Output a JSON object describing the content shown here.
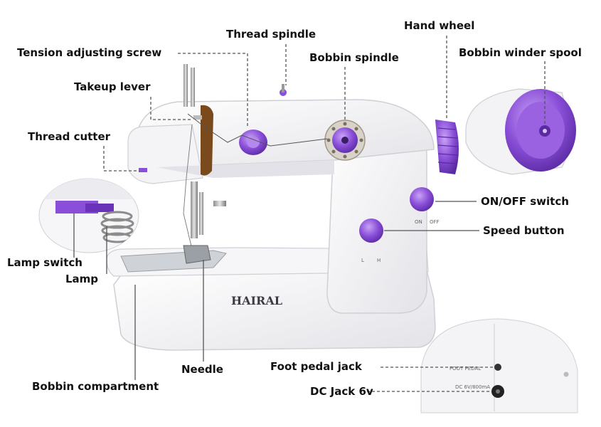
{
  "labels": {
    "thread_spindle": "Thread spindle",
    "hand_wheel": "Hand wheel",
    "tension_screw": "Tension adjusting screw",
    "bobbin_spindle": "Bobbin spindle",
    "bobbin_winder_spool": "Bobbin winder spool",
    "takeup_lever": "Takeup lever",
    "thread_cutter": "Thread cutter",
    "on_off_switch": "ON/OFF switch",
    "speed_button": "Speed button",
    "lamp_switch": "Lamp switch",
    "lamp": "Lamp",
    "needle": "Needle",
    "bobbin_compartment": "Bobbin compartment",
    "foot_pedal_jack": "Foot pedal jack",
    "dc_jack": "DC Jack 6v"
  },
  "brand": "HAIRAL",
  "switch_marks": {
    "on": "ON",
    "off": "OFF"
  },
  "speed_marks": {
    "low": "L",
    "high": "H"
  },
  "jack_marks": {
    "foot_pedal": "FOOT PEDAL",
    "dc": "DC 6V/800mA"
  },
  "colors": {
    "accent": "#8a4fd8",
    "accent_dark": "#6a32b8",
    "body": "#f4f4f6",
    "shadow": "#d9d9df"
  }
}
